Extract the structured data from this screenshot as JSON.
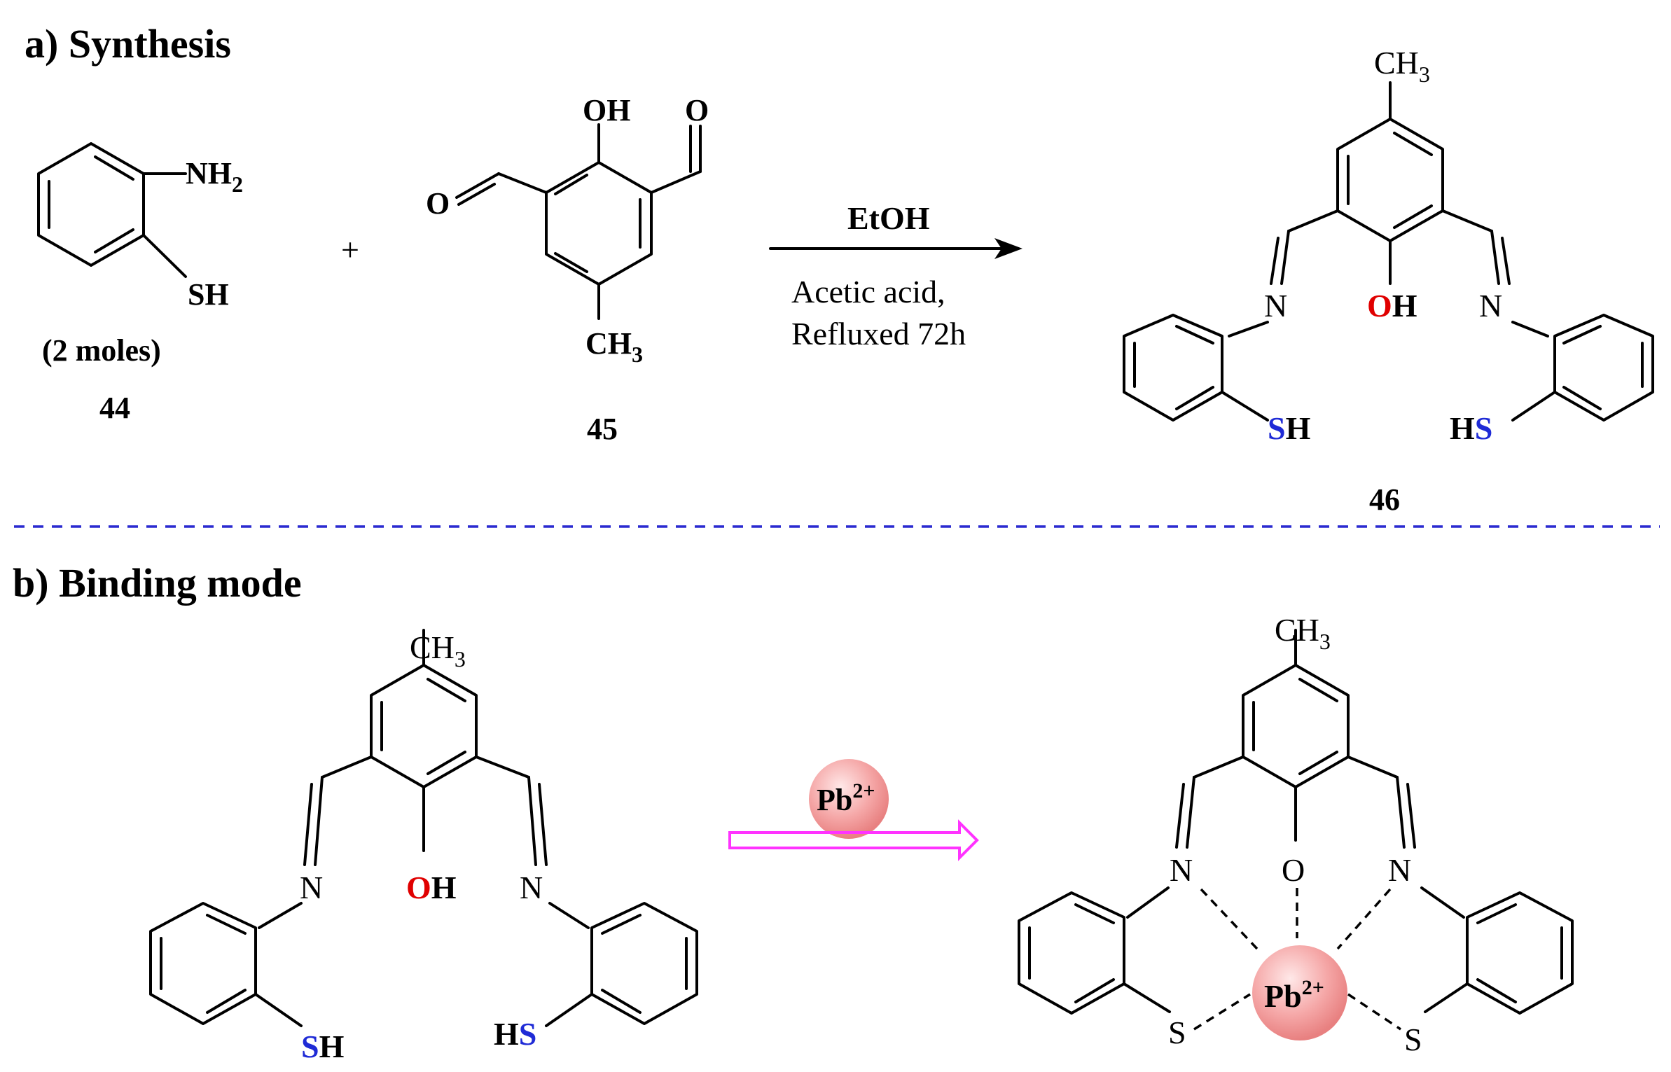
{
  "sections": {
    "a_title": "a) Synthesis",
    "b_title": "b) Binding mode"
  },
  "compound44": {
    "nh2": "NH",
    "nh2_sub": "2",
    "sh": "SH",
    "moles": "(2 moles)",
    "number": "44"
  },
  "plus": "+",
  "compound45": {
    "oh": "OH",
    "o_left": "O",
    "o_right": "O",
    "ch3": "CH",
    "ch3_sub": "3",
    "number": "45"
  },
  "reaction": {
    "solvent": "EtOH",
    "condition1": "Acetic acid,",
    "condition2": "Refluxed 72h"
  },
  "compound46": {
    "ch3": "CH",
    "ch3_sub": "3",
    "n": "N",
    "o": "O",
    "h": "H",
    "s": "S",
    "number": "46"
  },
  "binding": {
    "pb": "Pb",
    "pb_charge": "2+"
  },
  "colors": {
    "nitrogen": "#1f2bd6",
    "oxygen": "#e00000",
    "sulfur": "#1f2bd6",
    "arrow_magenta": "#ff33ff",
    "separator": "#2a2ad0",
    "pb_sphere": "#f5a0a0"
  }
}
